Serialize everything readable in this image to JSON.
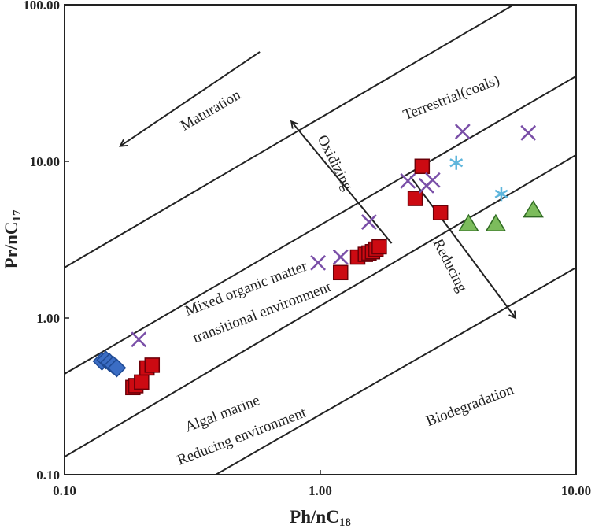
{
  "chart_data": {
    "type": "scatter",
    "x_scale": "log",
    "y_scale": "log",
    "xlim": [
      0.1,
      10
    ],
    "ylim": [
      0.1,
      100
    ],
    "x_ticks": [
      "0.10",
      "1.00",
      "10.00"
    ],
    "y_ticks": [
      "0.10",
      "1.00",
      "10.00",
      "100.00"
    ],
    "xlabel": {
      "main": "Ph/nC",
      "sub": "18"
    },
    "ylabel": {
      "main": "Pr/nC",
      "sub": "17"
    },
    "grid": false,
    "legend": "none",
    "boundary_lines": [
      {
        "x0": 0.1,
        "y0": 2.1,
        "x1": 5.7,
        "y1": 100
      },
      {
        "x0": 0.1,
        "y0": 0.44,
        "x1": 10,
        "y1": 35
      },
      {
        "x0": 0.1,
        "y0": 0.13,
        "x1": 10,
        "y1": 11
      },
      {
        "x0": 0.39,
        "y0": 0.1,
        "x1": 10,
        "y1": 2.1
      }
    ],
    "arrows": [
      {
        "name": "maturation",
        "x0": 0.58,
        "y0": 50,
        "x1": 0.165,
        "y1": 12.5
      },
      {
        "name": "oxidizing",
        "x0": 1.9,
        "y0": 3.0,
        "x1": 0.77,
        "y1": 18
      },
      {
        "name": "reducing",
        "x0": 2.25,
        "y0": 8.0,
        "x1": 5.8,
        "y1": 1.0
      }
    ],
    "zone_labels": [
      {
        "text": "Maturation",
        "x": 0.38,
        "y": 20,
        "angle": -30
      },
      {
        "text": "Terrestrial(coals)",
        "x": 3.3,
        "y": 24,
        "angle": -21
      },
      {
        "text": "Oxidizing",
        "x": 1.1,
        "y": 9.5,
        "angle": 63
      },
      {
        "text": "Reducing",
        "x": 3.1,
        "y": 2.1,
        "angle": 63
      },
      {
        "text": "Mixed organic matter",
        "x": 0.52,
        "y": 1.45,
        "angle": -21
      },
      {
        "text": "transitional environment",
        "x": 0.6,
        "y": 1.02,
        "angle": -21
      },
      {
        "text": "Algal marine",
        "x": 0.42,
        "y": 0.23,
        "angle": -21
      },
      {
        "text": "Reducing environment",
        "x": 0.5,
        "y": 0.165,
        "angle": -21
      },
      {
        "text": "Biodegradation",
        "x": 3.9,
        "y": 0.26,
        "angle": -21
      }
    ],
    "series": [
      {
        "marker": "diamond",
        "color": "#3b6dc4",
        "stroke": "#1f4a94",
        "points": [
          [
            0.14,
            0.53
          ],
          [
            0.145,
            0.54
          ],
          [
            0.15,
            0.52
          ],
          [
            0.155,
            0.5
          ],
          [
            0.16,
            0.48
          ]
        ]
      },
      {
        "marker": "square",
        "color": "#cc0a12",
        "stroke": "#6a0008",
        "points": [
          [
            0.185,
            0.36
          ],
          [
            0.19,
            0.37
          ],
          [
            0.2,
            0.39
          ],
          [
            0.21,
            0.48
          ],
          [
            0.22,
            0.5
          ],
          [
            1.2,
            1.95
          ],
          [
            1.4,
            2.45
          ],
          [
            1.5,
            2.55
          ],
          [
            1.55,
            2.6
          ],
          [
            1.6,
            2.65
          ],
          [
            1.65,
            2.75
          ],
          [
            1.7,
            2.85
          ],
          [
            2.35,
            5.8
          ],
          [
            2.5,
            9.3
          ],
          [
            2.95,
            4.7
          ]
        ]
      },
      {
        "marker": "x",
        "color": "#7a4fa8",
        "points": [
          [
            0.195,
            0.73
          ],
          [
            0.98,
            2.25
          ],
          [
            1.2,
            2.45
          ],
          [
            1.55,
            4.1
          ],
          [
            2.2,
            7.5
          ],
          [
            2.6,
            7.0
          ],
          [
            2.75,
            7.6
          ],
          [
            3.6,
            15.5
          ],
          [
            6.5,
            15.2
          ]
        ]
      },
      {
        "marker": "star",
        "color": "#5fb6dc",
        "points": [
          [
            3.4,
            9.8
          ],
          [
            5.1,
            6.2
          ]
        ]
      },
      {
        "marker": "triangle",
        "color": "#7cbc5c",
        "stroke": "#2f6a22",
        "points": [
          [
            3.8,
            4.0
          ],
          [
            4.85,
            4.0
          ],
          [
            6.8,
            4.9
          ]
        ]
      }
    ]
  }
}
